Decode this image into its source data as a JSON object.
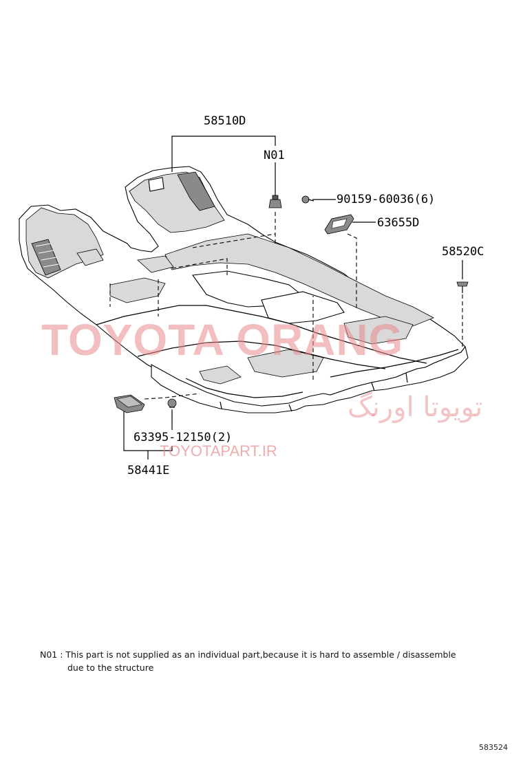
{
  "labels": {
    "carpet": "58510D",
    "n01": "N01",
    "screw": "90159-60036(6)",
    "cover": "63655D",
    "clip": "58520C",
    "clip2": "63395-12150(2)",
    "plate": "58441E"
  },
  "watermarks": {
    "main": "TOYOTA ORANG",
    "persian": "تویوتا اورنگ",
    "site": "TOYOTAPART.IR"
  },
  "note": {
    "line1": "N01 : This part is not supplied as an individual part,because it is hard to assemble / disassemble",
    "line2": "due to the structure"
  },
  "page_id": "583524"
}
